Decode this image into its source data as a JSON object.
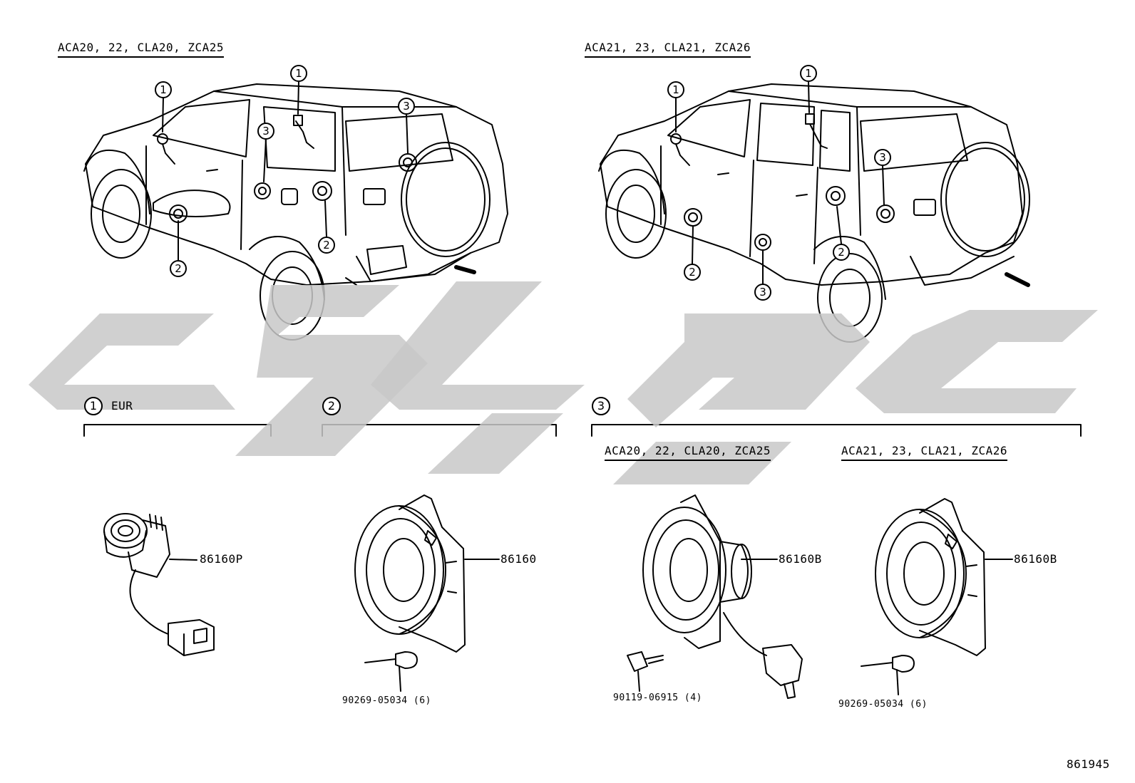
{
  "variants": {
    "left_title": "ACA20, 22, CLA20, ZCA25",
    "right_title": "ACA21, 23, CLA21, ZCA26"
  },
  "callouts": {
    "one": "1",
    "two": "2",
    "three": "3"
  },
  "sections": {
    "s1_region": "EUR",
    "s3_left_title": "ACA20, 22, CLA20, ZCA25",
    "s3_right_title": "ACA21, 23, CLA21, ZCA26"
  },
  "parts": {
    "p86160P": "86160P",
    "p86160": "86160",
    "p86160B_a": "86160B",
    "p86160B_b": "86160B",
    "rivet_a": "90269-05034 (6)",
    "screw": "90119-06915 (4)",
    "rivet_b": "90269-05034 (6)"
  },
  "diagram_id": "861945",
  "colors": {
    "line": "#000000",
    "watermark": "#c8c8c8",
    "background": "#ffffff"
  }
}
